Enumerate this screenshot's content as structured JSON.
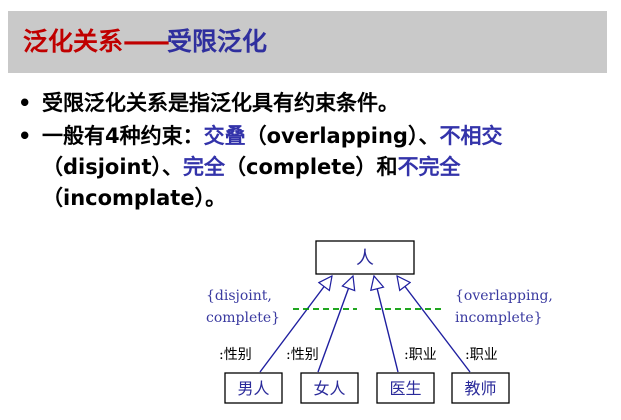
{
  "title": {
    "main": "泛化关系",
    "dash": "——",
    "sub": "受限泛化"
  },
  "bullets": {
    "bullet_char": "•",
    "first": "受限泛化关系是指泛化具有约束条件。",
    "second": {
      "t1": "一般有4种约束：",
      "t2": "交叠",
      "t3": "（overlapping）、",
      "t4": "不相交",
      "t5": "（disjoint）、",
      "t6": "完全",
      "t7": "（complete）和",
      "t8": "不完全",
      "t9": "（incomplate）。"
    }
  },
  "diagram": {
    "parent": "人",
    "left_constraint_line1": "{disjoint,",
    "left_constraint_line2": "complete}",
    "right_constraint_line1": "{overlapping,",
    "right_constraint_line2": "incomplete}",
    "role_labels": [
      ":性别",
      ":性别",
      ":职业",
      ":职业"
    ],
    "children": [
      "男人",
      "女人",
      "医生",
      "教师"
    ]
  },
  "colors": {
    "title_red": "#c00000",
    "title_blue": "#2f2f9e",
    "highlight_blue": "#3333aa",
    "title_bar_bg": "#c9c9c9",
    "arrow_blue": "#1f1fa0",
    "constraint_green": "#009a00",
    "constraint_text_blue": "#3a3aa0"
  }
}
